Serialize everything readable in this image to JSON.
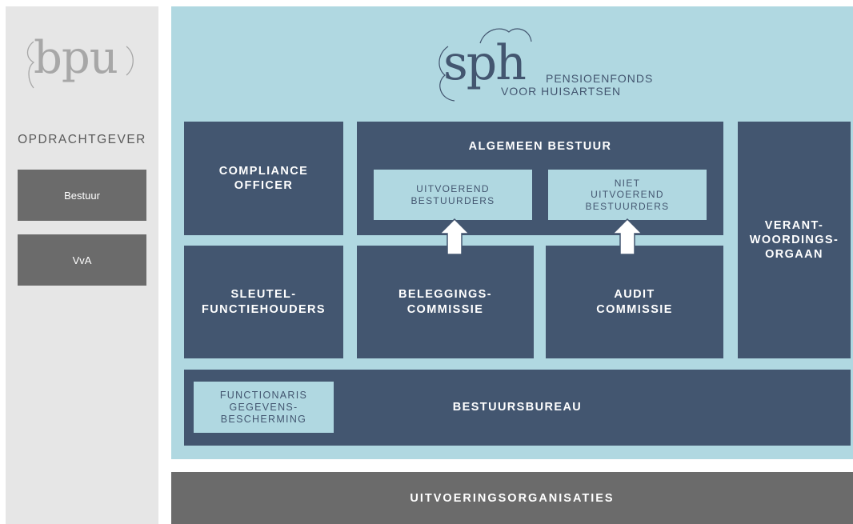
{
  "left_panel": {
    "logo_text": "bpu",
    "heading": "OPDRACHTGEVER",
    "buttons": [
      "Bestuur",
      "VvA"
    ]
  },
  "logo": {
    "wordmark": "sph",
    "line1": "PENSIOENFONDS",
    "line2": "VOOR HUISARTSEN"
  },
  "boxes": {
    "compliance": "COMPLIANCE\nOFFICER",
    "algemeen_bestuur": "ALGEMEEN BESTUUR",
    "uitvoerend": "UITVOEREND\nBESTUURDERS",
    "niet_uitvoerend": "NIET\nUITVOEREND\nBESTUURDERS",
    "verantwoordingsorgaan": "VERANT-\nWOORDINGS-\nORGAAN",
    "sleutelfunctiehouders": "SLEUTEL-\nFUNCTIEHOUDERS",
    "beleggingscommissie": "BELEGGINGS-\nCOMMISSIE",
    "auditcommissie": "AUDIT\nCOMMISSIE",
    "functionaris": "FUNCTIONARIS\nGEGEVENS-\nBESCHERMING",
    "bestuursbureau": "BESTUURSBUREAU"
  },
  "footer": "UITVOERINGSORGANISATIES",
  "colors": {
    "dark_box": "#435670",
    "light_panel": "#b0d8e1",
    "grey": "#6b6b6b",
    "left_bg": "#e6e6e6"
  }
}
